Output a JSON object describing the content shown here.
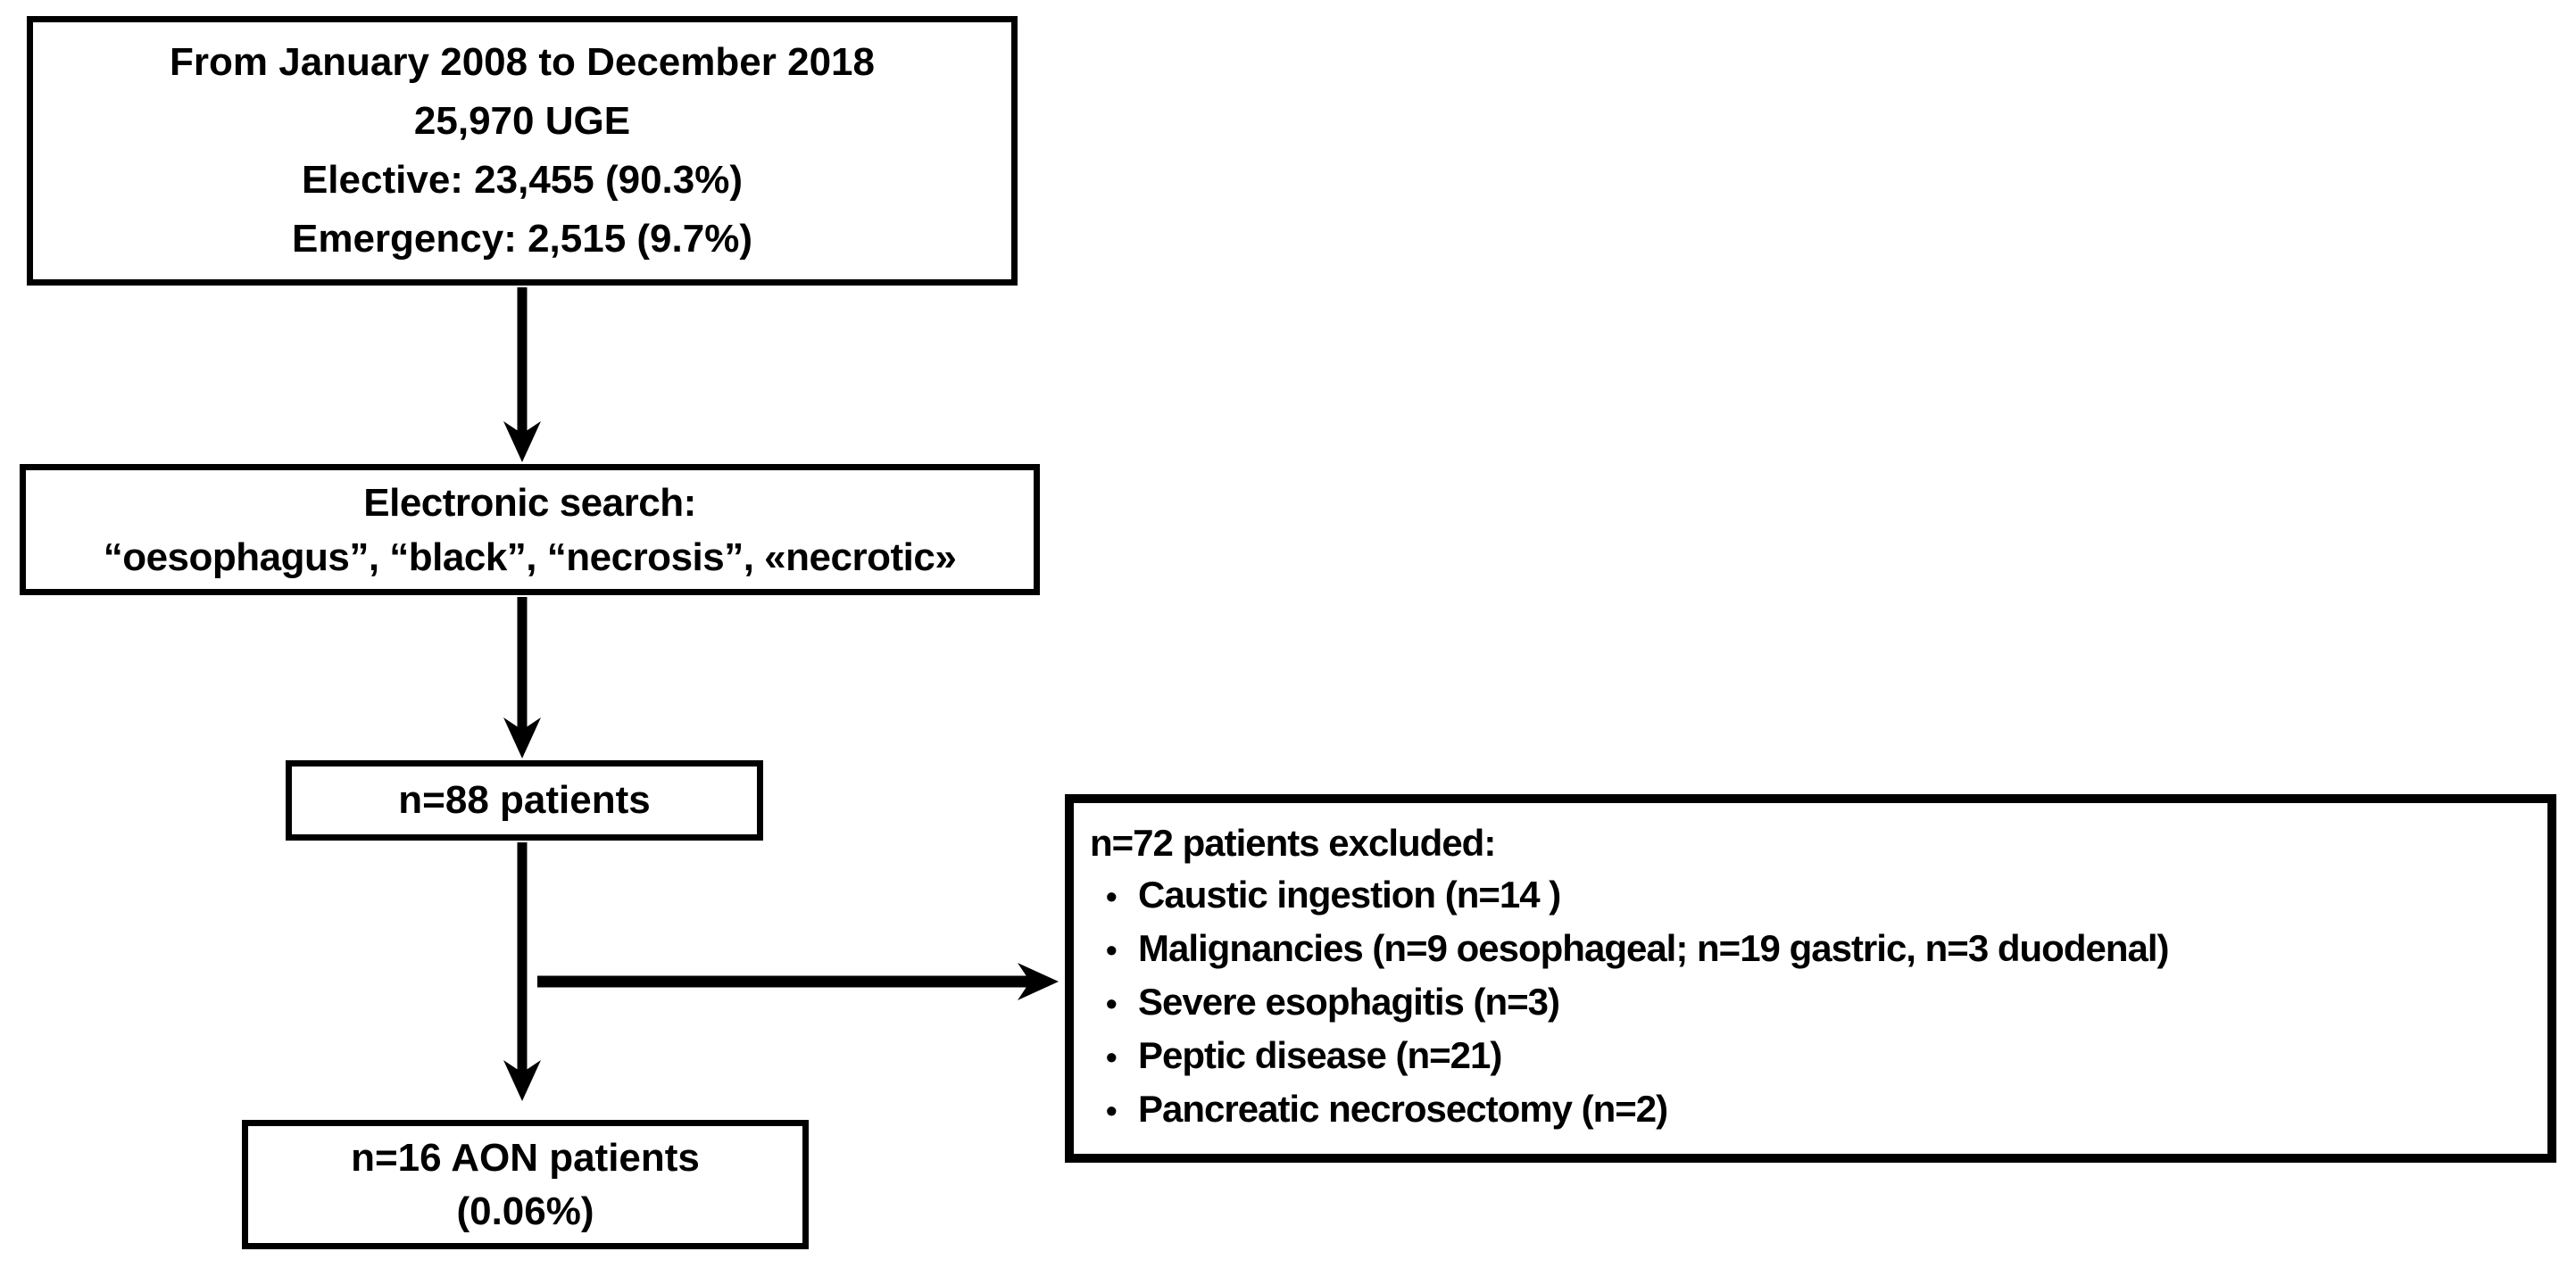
{
  "flowchart": {
    "period_box": {
      "lines": [
        "From January 2008 to December 2018",
        "25,970 UGE",
        "Elective: 23,455 (90.3%)",
        "Emergency: 2,515 (9.7%)"
      ]
    },
    "search_box": {
      "lines": [
        "Electronic search:",
        "“oesophagus”, “black”, “necrosis”, «necrotic»"
      ]
    },
    "patients_box": {
      "label": "n=88 patients"
    },
    "excluded_box": {
      "header": "n=72 patients excluded:",
      "bullet_char": "•",
      "bullets": [
        "Caustic ingestion (n=14 )",
        "Malignancies (n=9 oesophageal; n=19 gastric, n=3 duodenal)",
        "Severe esophagitis (n=3)",
        "Peptic disease (n=21)",
        "Pancreatic necrosectomy (n=2)"
      ]
    },
    "aon_box": {
      "lines": [
        "n=16 AON patients",
        "(0.06%)"
      ]
    }
  },
  "colors": {
    "line": "#000000",
    "background": "#ffffff"
  }
}
